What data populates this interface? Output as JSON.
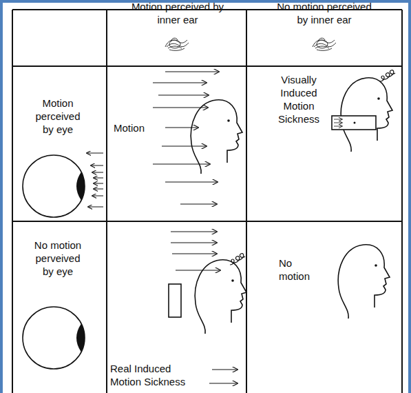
{
  "diagram": {
    "labels": [
      "Motion perceived by inner ear",
      "No motion perceived by inner ear",
      "Motion perceived by eye",
      "Motion",
      "Visually Induced Motion Sickness",
      "No motion perveived by eye",
      "Real Induced Motion Sickness",
      "No motion"
    ]
  }
}
